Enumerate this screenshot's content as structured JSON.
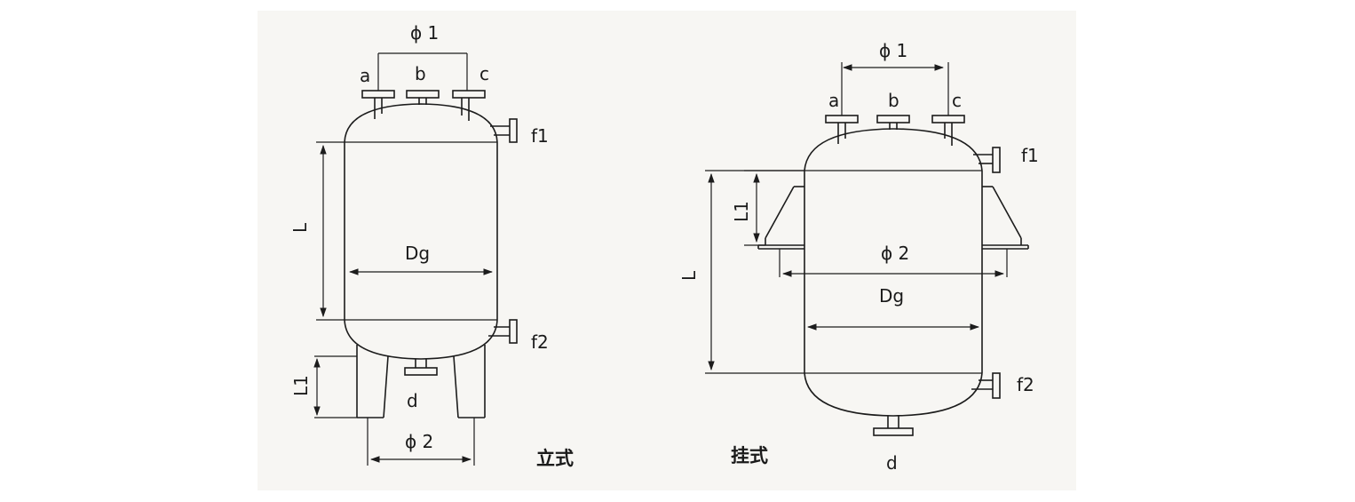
{
  "vertical": {
    "caption": "立式",
    "labels": {
      "phi1": "ϕ 1",
      "a": "a",
      "b": "b",
      "c": "c",
      "f1": "f1",
      "f2": "f2",
      "L": "L",
      "Dg": "Dg",
      "L1": "L1",
      "d": "d",
      "phi2": "ϕ 2"
    }
  },
  "hanging": {
    "caption": "挂式",
    "labels": {
      "phi1": "ϕ 1",
      "a": "a",
      "b": "b",
      "c": "c",
      "f1": "f1",
      "f2": "f2",
      "L": "L",
      "L1": "L1",
      "phi2": "ϕ 2",
      "Dg": "Dg",
      "d": "d"
    }
  }
}
